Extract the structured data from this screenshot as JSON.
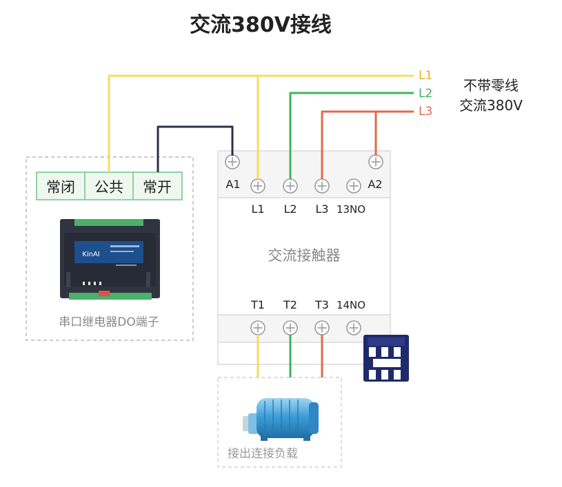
{
  "title": "交流380V接线",
  "supply": {
    "lines": [
      "L1",
      "L2",
      "L3"
    ],
    "note_line1": "不带零线",
    "note_line2": "交流380V",
    "colors": {
      "L1": "#f3de5f",
      "L2": "#3fb25e",
      "L3": "#e06a48",
      "control": "#2c3148"
    }
  },
  "relay": {
    "terminals": [
      "常闭",
      "公共",
      "常开"
    ],
    "label": "串口继电器DO端子",
    "device_brand": "KinAI"
  },
  "contactor": {
    "label": "交流接触器",
    "coil": [
      "A1",
      "A2"
    ],
    "top_terminals": [
      "L1",
      "L2",
      "L3",
      "13NO"
    ],
    "bottom_terminals": [
      "T1",
      "T2",
      "T3",
      "14NO"
    ]
  },
  "load": {
    "label": "接出连接负载"
  }
}
